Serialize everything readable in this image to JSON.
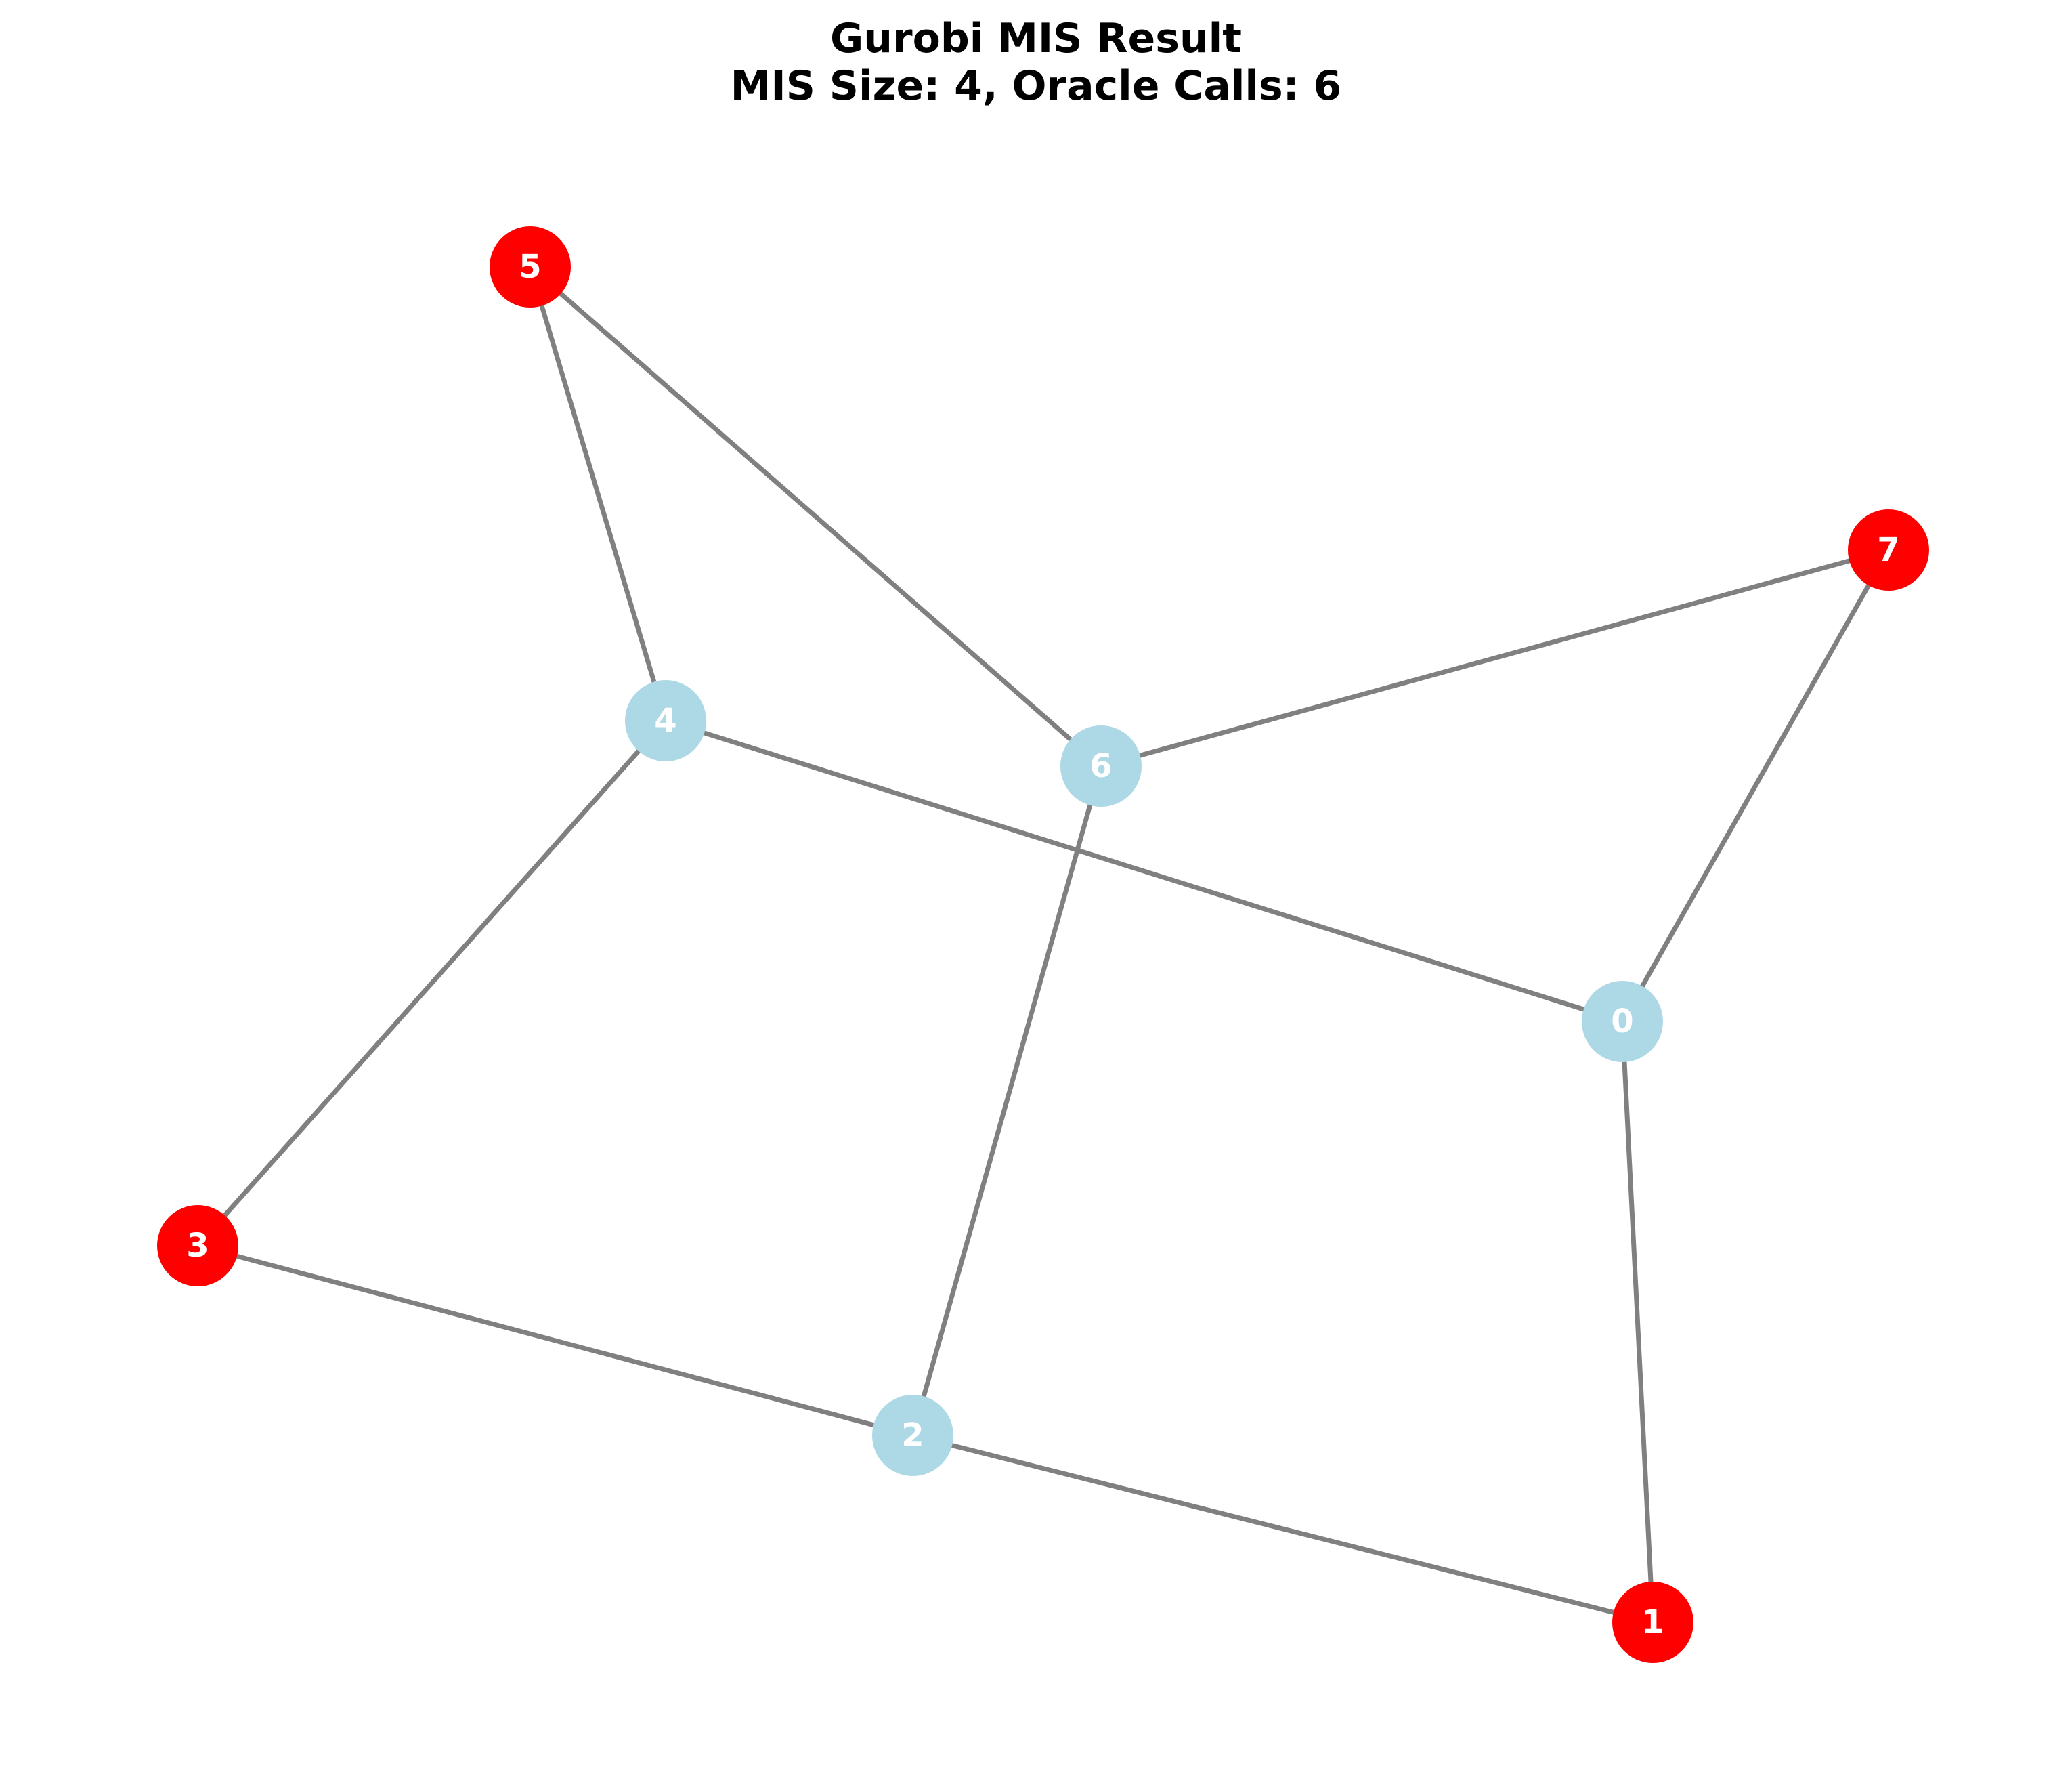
{
  "title": {
    "line1": "Gurobi MIS Result",
    "line2": "MIS Size: 4, Oracle Calls: 6"
  },
  "colors": {
    "selected": "#ff0000",
    "unselected": "#add8e6",
    "edge": "#808080",
    "label": "#ffffff"
  },
  "graph": {
    "nodes": [
      {
        "id": "0",
        "label": "0",
        "selected": false
      },
      {
        "id": "1",
        "label": "1",
        "selected": true
      },
      {
        "id": "2",
        "label": "2",
        "selected": false
      },
      {
        "id": "3",
        "label": "3",
        "selected": true
      },
      {
        "id": "4",
        "label": "4",
        "selected": false
      },
      {
        "id": "5",
        "label": "5",
        "selected": true
      },
      {
        "id": "6",
        "label": "6",
        "selected": false
      },
      {
        "id": "7",
        "label": "7",
        "selected": true
      }
    ],
    "edges": [
      [
        "5",
        "4"
      ],
      [
        "5",
        "6"
      ],
      [
        "4",
        "0"
      ],
      [
        "4",
        "3"
      ],
      [
        "6",
        "7"
      ],
      [
        "6",
        "2"
      ],
      [
        "7",
        "0"
      ],
      [
        "0",
        "1"
      ],
      [
        "3",
        "2"
      ],
      [
        "2",
        "1"
      ]
    ]
  }
}
